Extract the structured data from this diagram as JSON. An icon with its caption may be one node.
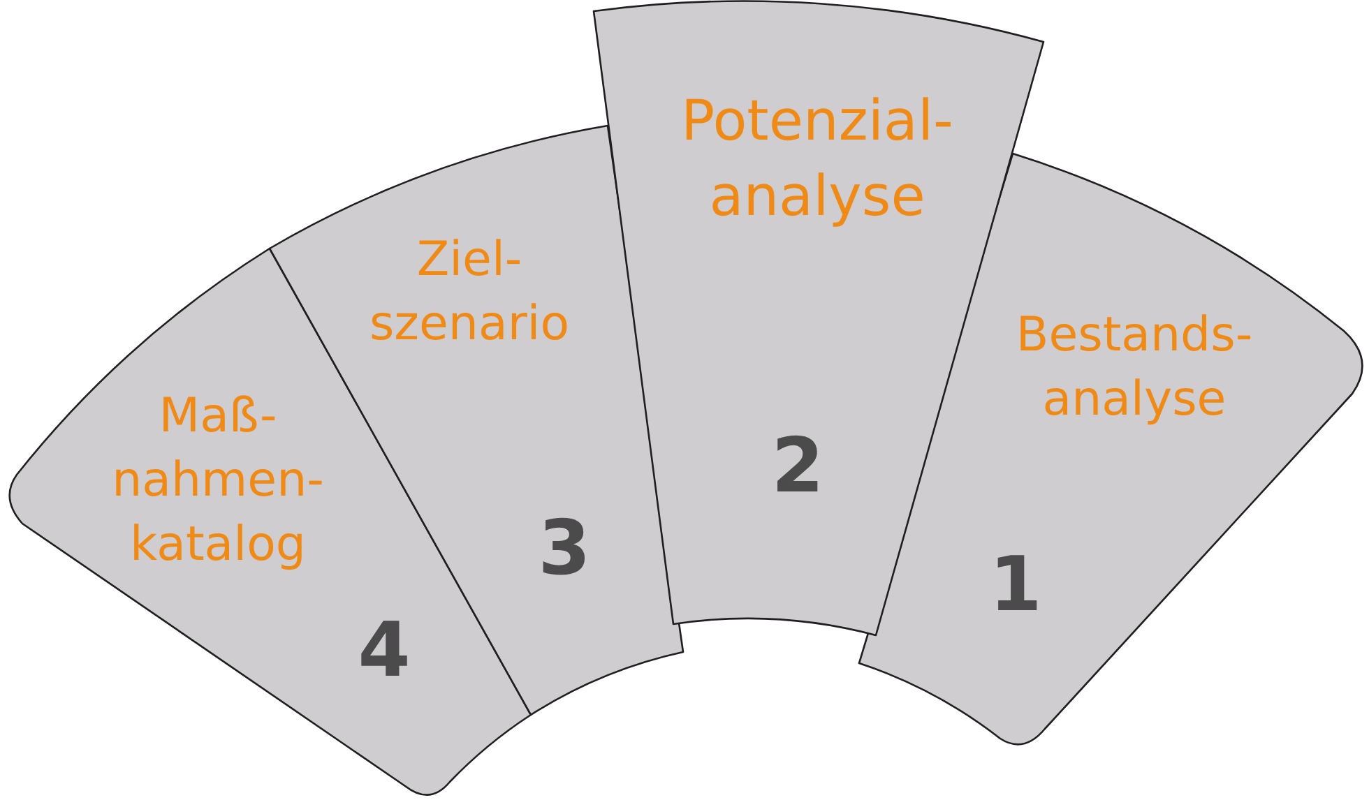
{
  "diagram": {
    "nodes": [
      {
        "text": [
          "Maß- nahmen- katalog",
          "4"
        ]
      },
      {
        "text": [
          "Ziel- szenario",
          "3"
        ]
      },
      {
        "text": [
          "Potenzial- analyse",
          "2"
        ]
      },
      {
        "text": [
          "Bestands- analyse",
          "1"
        ]
      }
    ]
  }
}
